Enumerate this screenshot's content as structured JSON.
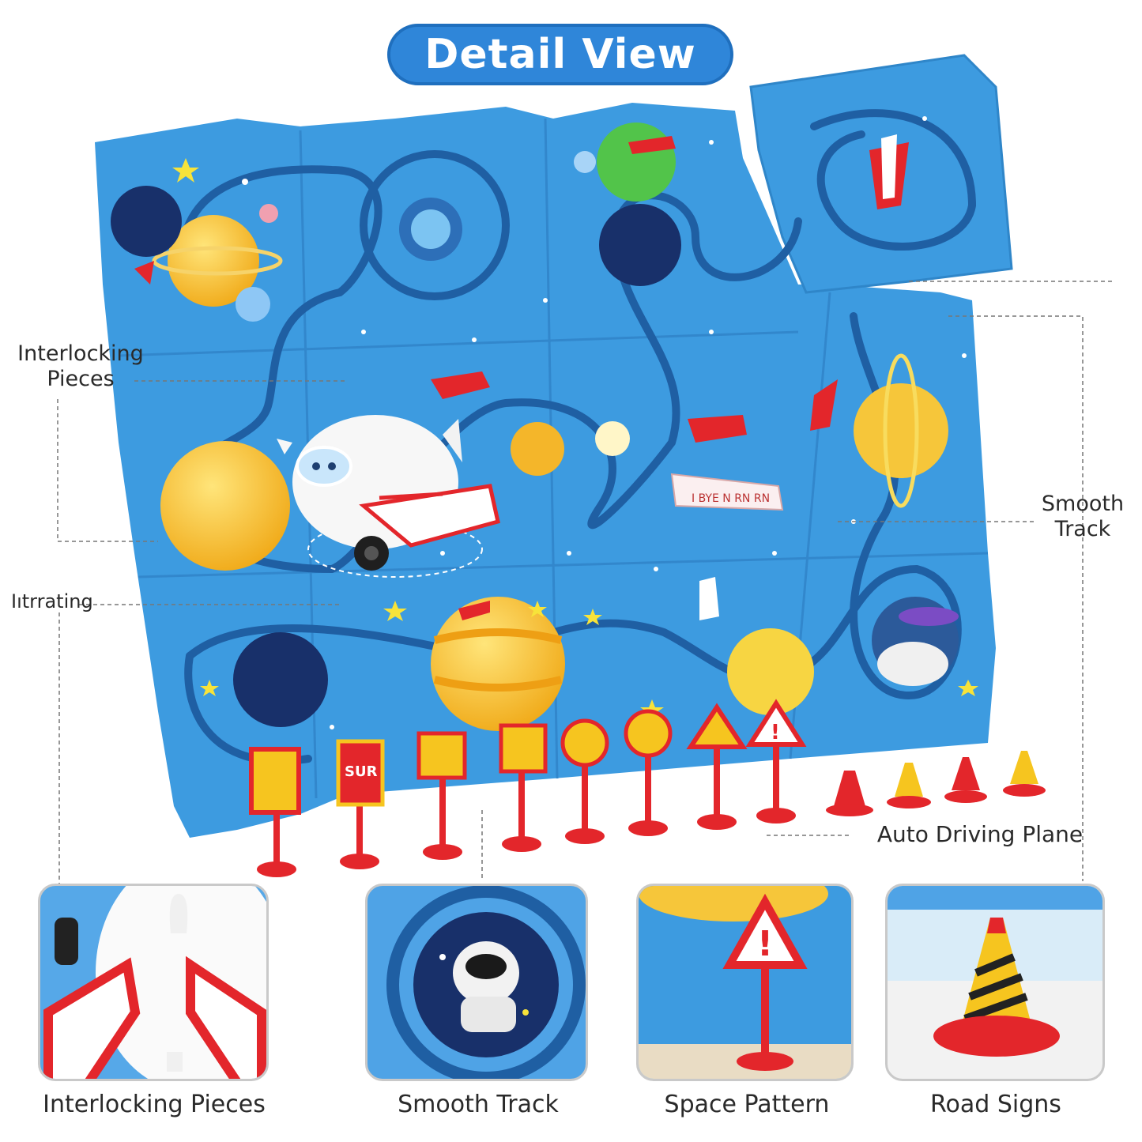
{
  "header": {
    "title": "Detail View"
  },
  "callouts": {
    "interlocking": "Interlocking Pieces",
    "interlocking_line1": "Interlocking",
    "interlocking_line2": "Pieces",
    "smooth_line1": "Smooth",
    "smooth_line2": "Track",
    "garbled": "Iıtrrating",
    "auto_plane": "Auto Driving Plane"
  },
  "banner_text": "I BYE N RN RN",
  "sign_texts": [
    "SUR"
  ],
  "captions": [
    "Interlocking Pieces",
    "Smooth Track",
    "Space Pattern",
    "Road Signs"
  ],
  "colors": {
    "mat_blue": "#3d9be0",
    "track_blue": "#1f5fa3",
    "title_blue": "#2f86d9",
    "sign_red": "#e3262b",
    "sign_yellow": "#f6c51f",
    "planet_yellow": "#f7c52c"
  }
}
